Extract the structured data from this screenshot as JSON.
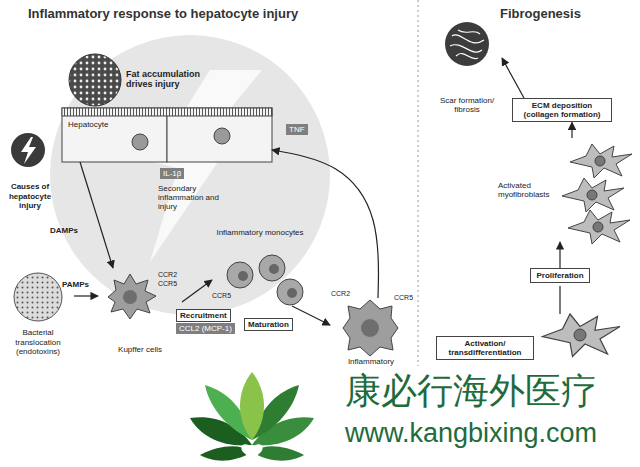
{
  "diagram": {
    "nodes": [
      {
        "text": [
          "Hepatocyte"
        ]
      },
      {
        "text": [
          "Fat accumulation drives injury"
        ]
      },
      {
        "text": [
          "Causes of hepatocyte injury"
        ]
      },
      {
        "text": [
          "Kupffer cells"
        ]
      },
      {
        "text": [
          "Bacterial translocation (endotoxins)"
        ]
      },
      {
        "text": [
          "Inflammatory monocytes"
        ]
      },
      {
        "text": [
          "Inflammatory"
        ]
      },
      {
        "text": [
          "Scar formation/ fibrosis"
        ]
      },
      {
        "text": [
          "ECM deposition (collagen formation)"
        ]
      },
      {
        "text": [
          "Activated myofibroblasts"
        ]
      },
      {
        "text": [
          "Proliferation"
        ]
      },
      {
        "text": [
          "Activation/ transdifferentiation"
        ]
      }
    ],
    "edges": [
      {
        "from": 0,
        "to": 3,
        "label": "DAMPs",
        "arrow": "to"
      },
      {
        "from": 4,
        "to": 3,
        "label": "PAMPs",
        "arrow": "to"
      },
      {
        "from": 3,
        "to": 5,
        "label": "Recruitment",
        "arrow": "to"
      },
      {
        "from": 5,
        "to": 6,
        "label": "Maturation",
        "arrow": "to"
      },
      {
        "from": 6,
        "to": 0,
        "arrow": "to"
      },
      {
        "from": 9,
        "to": 8,
        "arrow": "to"
      },
      {
        "from": 8,
        "to": 7,
        "arrow": "to"
      },
      {
        "from": 10,
        "to": 9,
        "arrow": "to"
      }
    ],
    "labels": [
      "Inflammatory response to hepatocyte injury",
      "Fibrogenesis",
      "CCR2",
      "CCR5",
      "IL-1β",
      "TNF",
      "Secondary inflammation and injury",
      "CCR5",
      "CCL2 (MCP-1)",
      "CCR2",
      "CCR5",
      "康必行海外医疗",
      "www.kangbixing.com"
    ]
  }
}
